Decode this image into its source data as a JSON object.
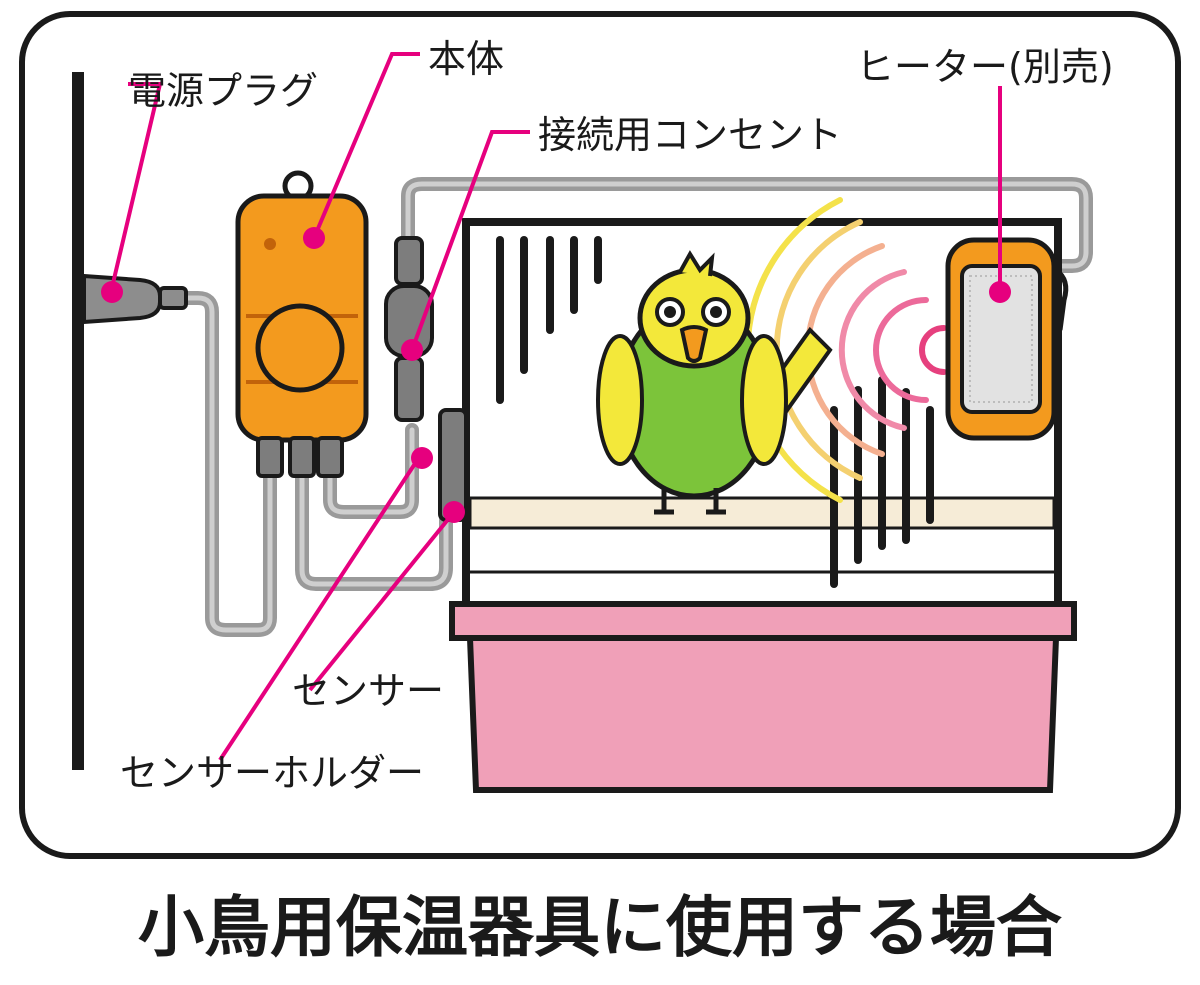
{
  "labels": {
    "power_plug": "電源プラグ",
    "main_unit": "本体",
    "outlet": "接続用コンセント",
    "heater": "ヒーター(別売)",
    "sensor": "センサー",
    "sensor_holder": "センサーホルダー"
  },
  "caption": "小鳥用保温器具に使用する場合",
  "colors": {
    "frame": "#1a1a1a",
    "leader_line": "#e6007e",
    "cord": "#9a9a9a",
    "controller_body": "#f39a1e",
    "tray": "#f0a0b8",
    "perch": "#f6ecd7",
    "bird_body": "#7cc43a",
    "bird_head": "#f3e83a",
    "heat_wave_inner": "#e6407e",
    "heat_wave_outer": "#f4e24a"
  },
  "icons": {
    "bird": "budgie-icon",
    "heater": "panel-heater-icon",
    "controller": "thermostat-controller-icon",
    "plug": "power-plug-icon"
  }
}
